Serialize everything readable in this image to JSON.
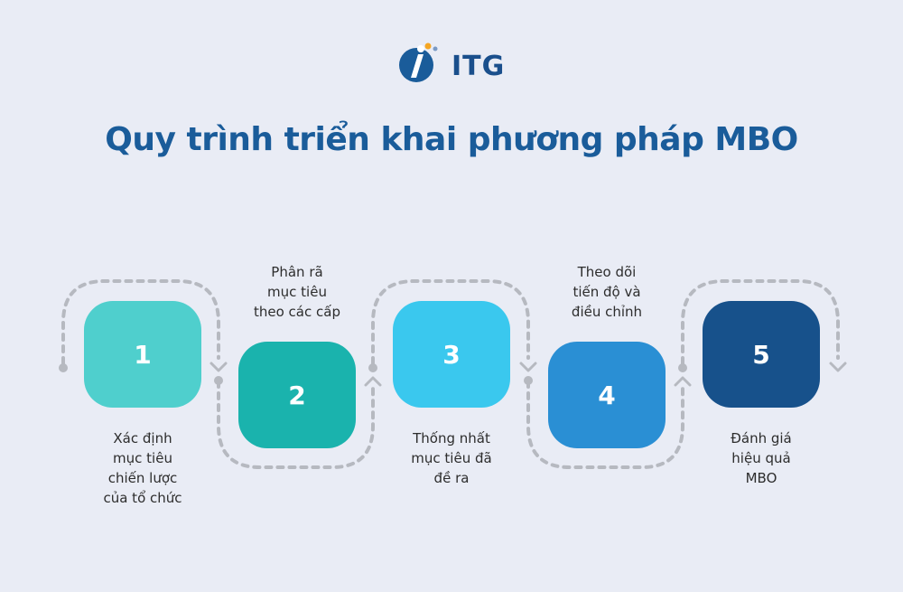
{
  "brand": {
    "name": "ITG"
  },
  "title": "Quy trình triển khai phương pháp MBO",
  "colors": {
    "background": "#e9ecf5",
    "title": "#1a5c9a",
    "dash": "#b6b9c0",
    "step1": "#4fcfcd",
    "step2": "#1ab3ad",
    "step3": "#3ac8ee",
    "step4": "#2a8fd4",
    "step5": "#17518b"
  },
  "steps": [
    {
      "number": "1",
      "lines": [
        "Xác định",
        "mục tiêu",
        "chiến lược",
        "của tổ chức"
      ]
    },
    {
      "number": "2",
      "lines": [
        "Phân rã",
        "mục tiêu",
        "theo các cấp"
      ]
    },
    {
      "number": "3",
      "lines": [
        "Thống nhất",
        "mục tiêu đã",
        "đề ra"
      ]
    },
    {
      "number": "4",
      "lines": [
        "Theo dõi",
        "tiến độ và",
        "điều chỉnh"
      ]
    },
    {
      "number": "5",
      "lines": [
        "Đánh giá",
        "hiệu quả",
        "MBO"
      ]
    }
  ]
}
